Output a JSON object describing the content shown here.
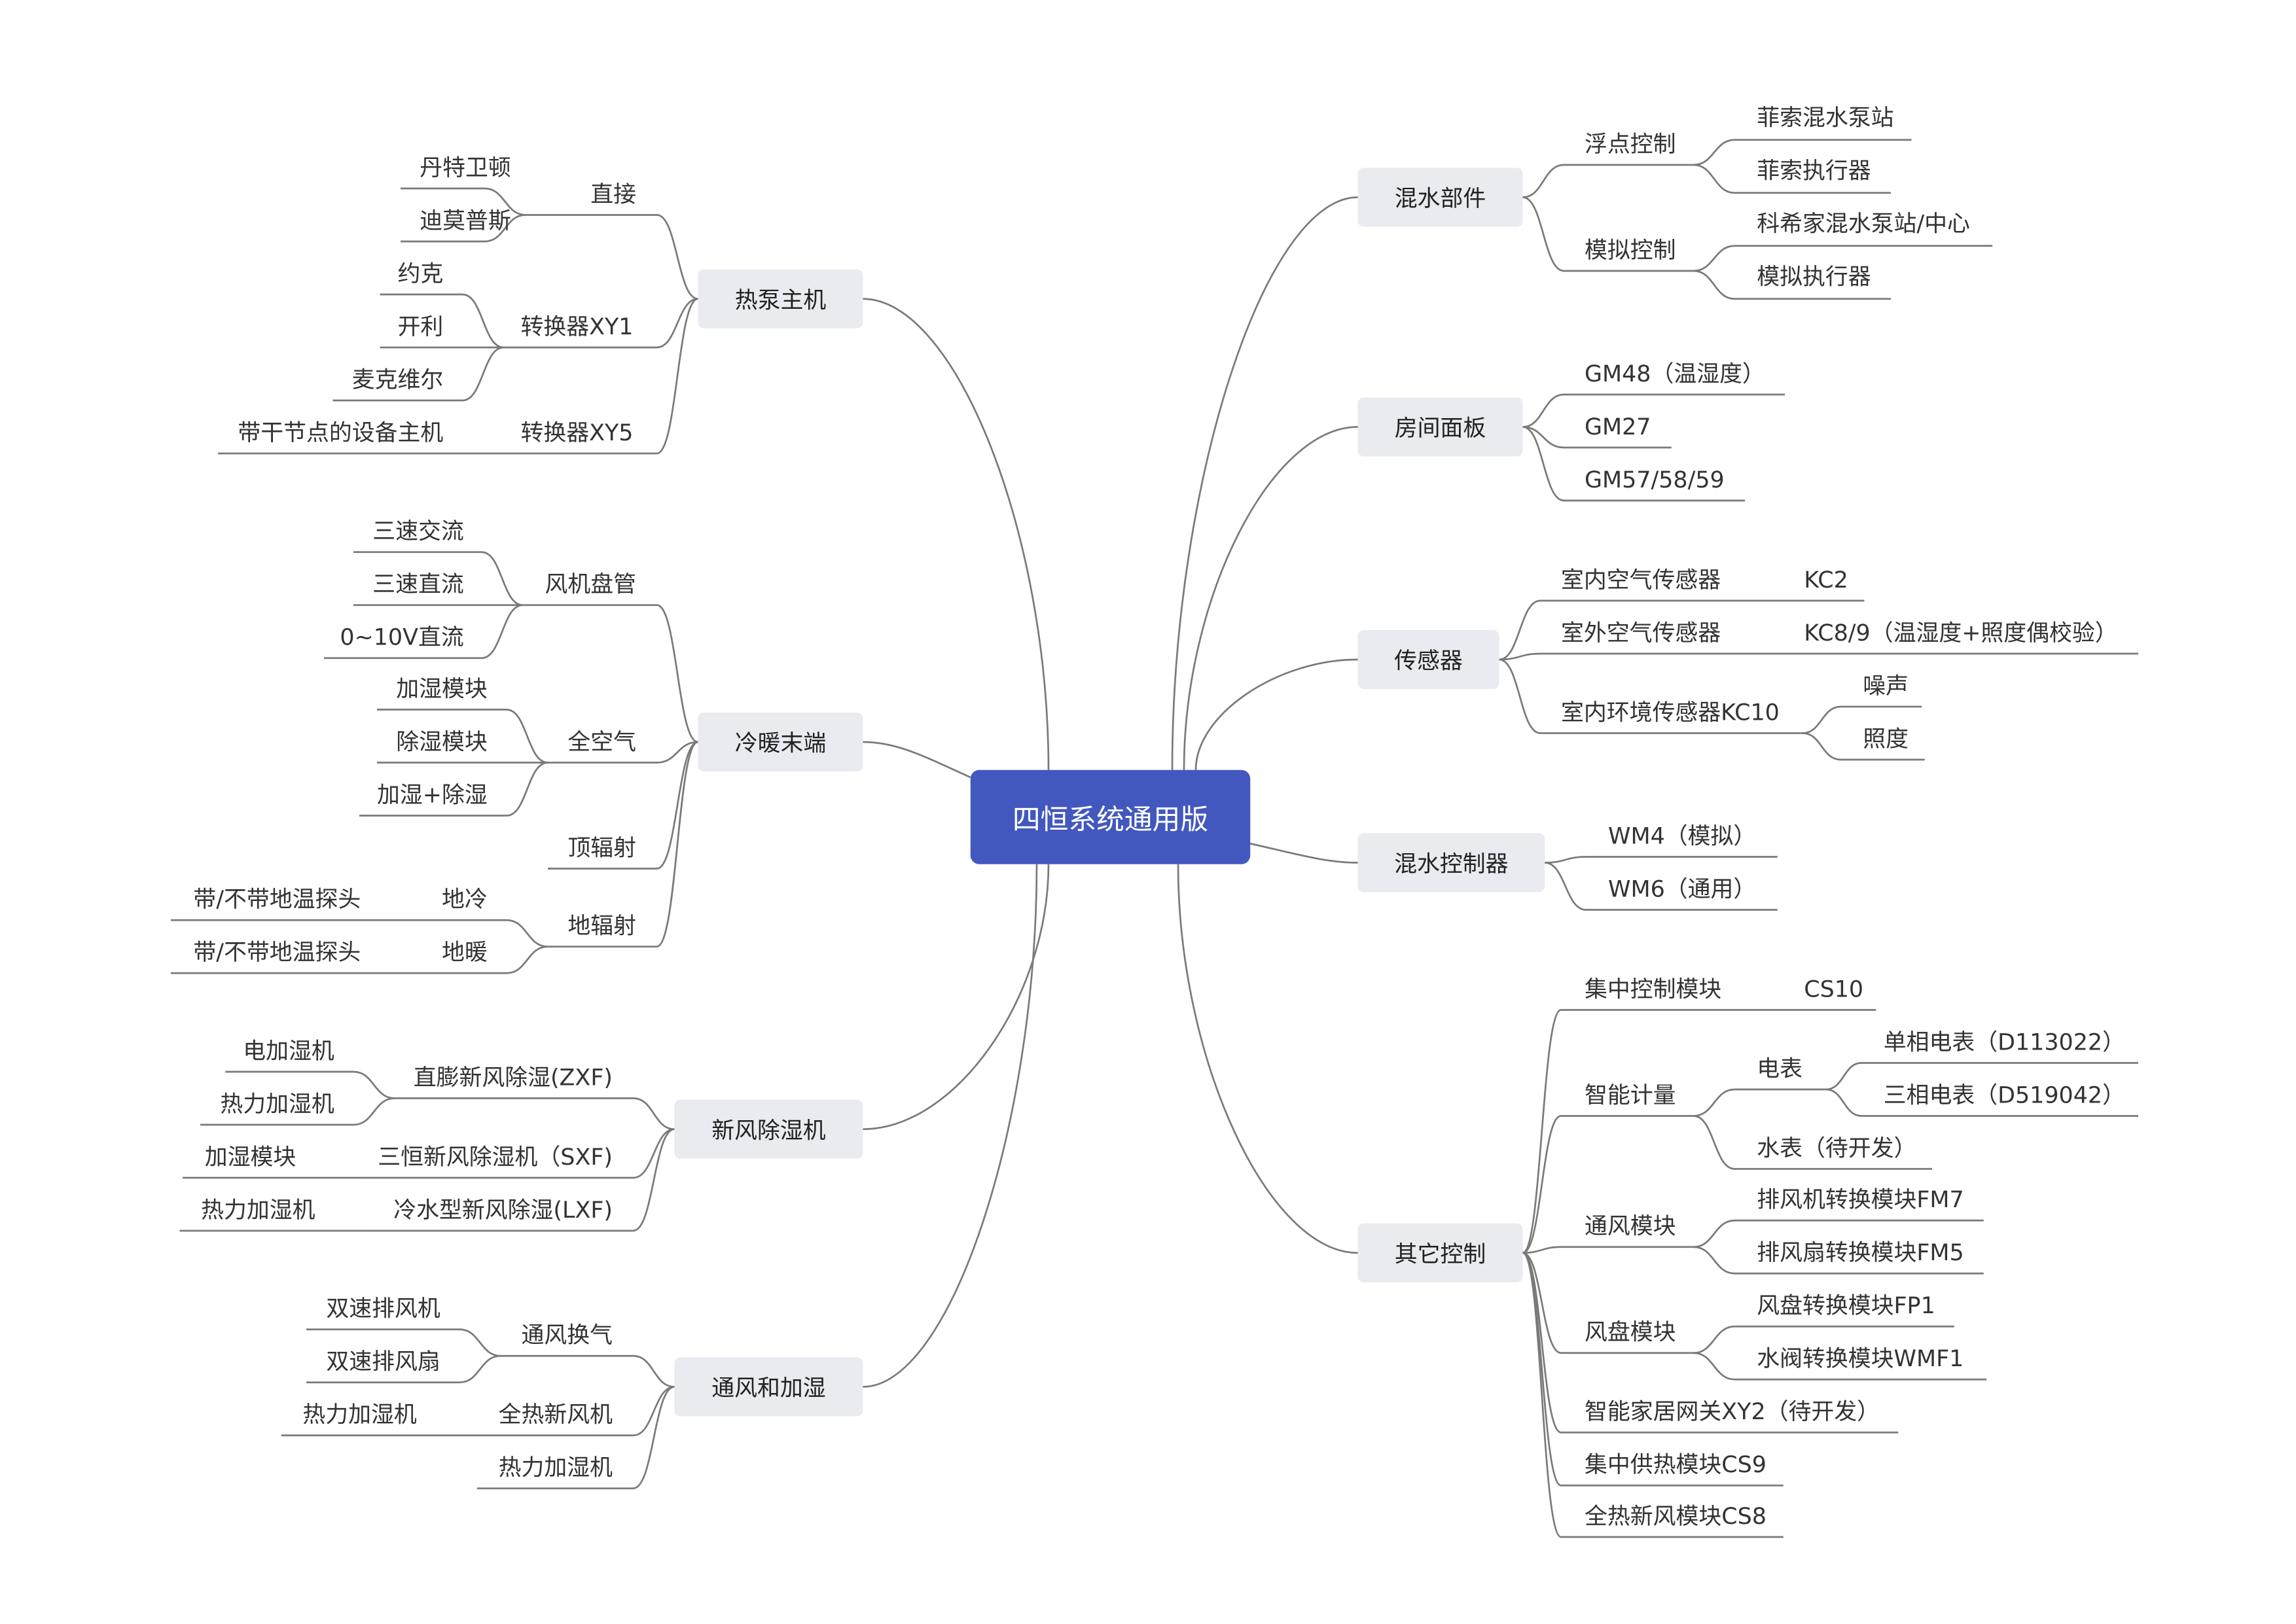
{
  "central": "四恒系统通用版",
  "right": {
    "mixing_parts": {
      "label": "混水部件",
      "floating": {
        "label": "浮点控制",
        "items": [
          "菲索混水泵站",
          "菲索执行器"
        ]
      },
      "analog": {
        "label": "模拟控制",
        "items": [
          "科希家混水泵站/中心",
          "模拟执行器"
        ]
      }
    },
    "room_panel": {
      "label": "房间面板",
      "items": [
        "GM48（温湿度）",
        "GM27",
        "GM57/58/59"
      ]
    },
    "sensors": {
      "label": "传感器",
      "indoor": {
        "label": "室内空气传感器",
        "value": "KC2"
      },
      "outdoor": {
        "label": "室外空气传感器",
        "value": "KC8/9（温湿度+照度偶校验）"
      },
      "env": {
        "label": "室内环境传感器KC10",
        "items": [
          "噪声",
          "照度"
        ]
      }
    },
    "mixing_controller": {
      "label": "混水控制器",
      "items": [
        "WM4（模拟）",
        "WM6（通用）"
      ]
    },
    "other": {
      "label": "其它控制",
      "central_module": {
        "label": "集中控制模块",
        "value": "CS10"
      },
      "metering": {
        "label": "智能计量",
        "electric": {
          "label": "电表",
          "items": [
            "单相电表（D113022）",
            "三相电表（D519042）"
          ]
        },
        "water": "水表（待开发）"
      },
      "ventilation_module": {
        "label": "通风模块",
        "items": [
          "排风机转换模块FM7",
          "排风扇转换模块FM5"
        ]
      },
      "fan_coil_module": {
        "label": "风盘模块",
        "items": [
          "风盘转换模块FP1",
          "水阀转换模块WMF1"
        ]
      },
      "gateway": "智能家居网关XY2（待开发）",
      "heating": "集中供热模块CS9",
      "heat_recovery": "全热新风模块CS8"
    }
  },
  "left": {
    "heat_pump": {
      "label": "热泵主机",
      "direct": {
        "label": "直接",
        "items": [
          "丹特卫顿",
          "迪莫普斯"
        ]
      },
      "xy1": {
        "label": "转换器XY1",
        "items": [
          "约克",
          "开利",
          "麦克维尔"
        ]
      },
      "xy5": {
        "label": "转换器XY5",
        "items": [
          "带干节点的设备主机"
        ]
      }
    },
    "terminal": {
      "label": "冷暖末端",
      "fan_coil": {
        "label": "风机盘管",
        "items": [
          "三速交流",
          "三速直流",
          "0~10V直流"
        ]
      },
      "all_air": {
        "label": "全空气",
        "items": [
          "加湿模块",
          "除湿模块",
          "加湿+除湿"
        ]
      },
      "ceiling": "顶辐射",
      "floor": {
        "label": "地辐射",
        "cooling": {
          "label": "地冷",
          "value": "带/不带地温探头"
        },
        "heating": {
          "label": "地暖",
          "value": "带/不带地温探头"
        }
      }
    },
    "fresh_dehumid": {
      "label": "新风除湿机",
      "zxf": {
        "label": "直膨新风除湿(ZXF)",
        "items": [
          "电加湿机",
          "热力加湿机"
        ]
      },
      "sxf": {
        "label": "三恒新风除湿机（SXF)",
        "items": [
          "加湿模块"
        ]
      },
      "lxf": {
        "label": "冷水型新风除湿(LXF)",
        "items": [
          "热力加湿机"
        ]
      }
    },
    "vent_humid": {
      "label": "通风和加湿",
      "exchange": {
        "label": "通风换气",
        "items": [
          "双速排风机",
          "双速排风扇"
        ]
      },
      "erv": {
        "label": "全热新风机",
        "items": [
          "热力加湿机"
        ]
      },
      "humidifier": "热力加湿机"
    }
  },
  "colors": {
    "central": "#4258bf",
    "box": "#e9ebf0",
    "line": "#7a7a7a",
    "text": "#333333"
  }
}
